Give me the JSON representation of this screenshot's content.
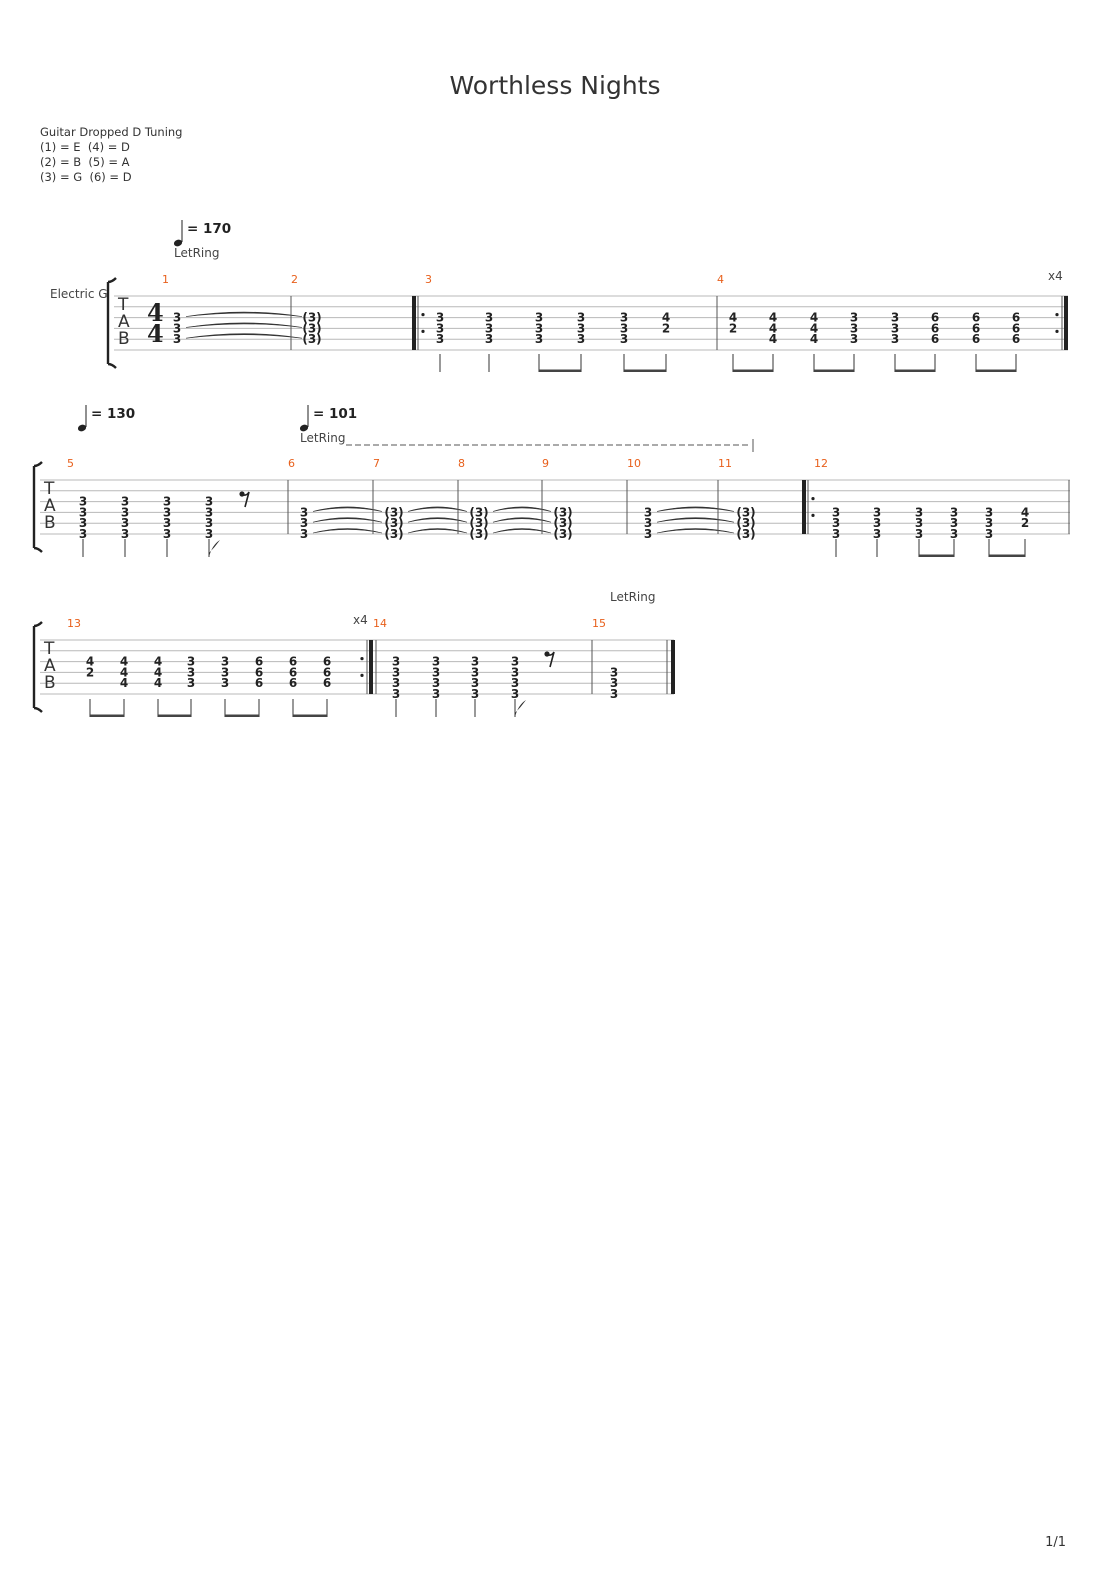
{
  "title": "Worthless Nights",
  "tuning": {
    "heading": "Guitar Dropped D Tuning",
    "lines": [
      "(1) = E  (4) = D",
      "(2) = B  (5) = A",
      "(3) = G  (6) = D"
    ]
  },
  "instrument_label": "Electric G",
  "tab_letters": [
    "T",
    "A",
    "B"
  ],
  "time_signature": {
    "top": "4",
    "bottom": "4"
  },
  "page_number": "1/1",
  "tempo_marks": [
    {
      "bpm": "170",
      "label": "= 170"
    },
    {
      "bpm": "130",
      "label": "= 130"
    },
    {
      "bpm": "101",
      "label": "= 101"
    }
  ],
  "effect_labels": [
    "LetRing",
    "LetRing",
    "LetRing"
  ],
  "repeat_marks": [
    "x4",
    "x4"
  ],
  "measures": [
    {
      "number": "1",
      "chords": [
        {
          "frets": [
            "3",
            "3",
            "3"
          ],
          "tie": true
        }
      ]
    },
    {
      "number": "2",
      "chords": [
        {
          "frets": [
            "(3)",
            "(3)",
            "(3)"
          ]
        }
      ]
    },
    {
      "number": "3",
      "chords": [
        {
          "frets": [
            "3",
            "3",
            "3"
          ]
        },
        {
          "frets": [
            "3",
            "3",
            "3"
          ]
        },
        {
          "frets": [
            "3",
            "3",
            "3"
          ]
        },
        {
          "frets": [
            "3",
            "3",
            "3"
          ]
        },
        {
          "frets": [
            "3",
            "3",
            "3"
          ]
        },
        {
          "frets": [
            "4",
            "2",
            ""
          ]
        }
      ]
    },
    {
      "number": "4",
      "chords": [
        {
          "frets": [
            "4",
            "2",
            ""
          ]
        },
        {
          "frets": [
            "4",
            "4",
            "4"
          ]
        },
        {
          "frets": [
            "4",
            "4",
            "4"
          ]
        },
        {
          "frets": [
            "3",
            "3",
            "3"
          ]
        },
        {
          "frets": [
            "3",
            "3",
            "3"
          ]
        },
        {
          "frets": [
            "6",
            "6",
            "6"
          ]
        },
        {
          "frets": [
            "6",
            "6",
            "6"
          ]
        },
        {
          "frets": [
            "6",
            "6",
            "6"
          ]
        }
      ]
    },
    {
      "number": "5",
      "chords": [
        {
          "frets": [
            "3",
            "3",
            "3",
            "3"
          ]
        },
        {
          "frets": [
            "3",
            "3",
            "3",
            "3"
          ]
        },
        {
          "frets": [
            "3",
            "3",
            "3",
            "3"
          ]
        },
        {
          "frets": [
            "3",
            "3",
            "3",
            "3"
          ]
        }
      ]
    },
    {
      "number": "6",
      "chords": [
        {
          "frets": [
            "3",
            "3",
            "3"
          ],
          "tie": true
        }
      ]
    },
    {
      "number": "7",
      "chords": [
        {
          "frets": [
            "(3)",
            "(3)",
            "(3)"
          ],
          "tie": true
        }
      ]
    },
    {
      "number": "8",
      "chords": [
        {
          "frets": [
            "(3)",
            "(3)",
            "(3)"
          ],
          "tie": true
        }
      ]
    },
    {
      "number": "9",
      "chords": [
        {
          "frets": [
            "(3)",
            "(3)",
            "(3)"
          ]
        }
      ]
    },
    {
      "number": "10",
      "chords": [
        {
          "frets": [
            "3",
            "3",
            "3"
          ],
          "tie": true
        }
      ]
    },
    {
      "number": "11",
      "chords": [
        {
          "frets": [
            "(3)",
            "(3)",
            "(3)"
          ]
        }
      ]
    },
    {
      "number": "12",
      "chords": [
        {
          "frets": [
            "3",
            "3",
            "3"
          ]
        },
        {
          "frets": [
            "3",
            "3",
            "3"
          ]
        },
        {
          "frets": [
            "3",
            "3",
            "3"
          ]
        },
        {
          "frets": [
            "3",
            "3",
            "3"
          ]
        },
        {
          "frets": [
            "3",
            "3",
            "3"
          ]
        },
        {
          "frets": [
            "4",
            "2",
            ""
          ]
        }
      ]
    },
    {
      "number": "13",
      "chords": [
        {
          "frets": [
            "4",
            "2",
            ""
          ]
        },
        {
          "frets": [
            "4",
            "4",
            "4"
          ]
        },
        {
          "frets": [
            "4",
            "4",
            "4"
          ]
        },
        {
          "frets": [
            "3",
            "3",
            "3"
          ]
        },
        {
          "frets": [
            "3",
            "3",
            "3"
          ]
        },
        {
          "frets": [
            "6",
            "6",
            "6"
          ]
        },
        {
          "frets": [
            "6",
            "6",
            "6"
          ]
        },
        {
          "frets": [
            "6",
            "6",
            "6"
          ]
        }
      ]
    },
    {
      "number": "14",
      "chords": [
        {
          "frets": [
            "3",
            "3",
            "3",
            "3"
          ]
        },
        {
          "frets": [
            "3",
            "3",
            "3",
            "3"
          ]
        },
        {
          "frets": [
            "3",
            "3",
            "3",
            "3"
          ]
        },
        {
          "frets": [
            "3",
            "3",
            "3",
            "3"
          ]
        }
      ]
    },
    {
      "number": "15",
      "chords": [
        {
          "frets": [
            "3",
            "3",
            "3"
          ]
        }
      ]
    }
  ]
}
